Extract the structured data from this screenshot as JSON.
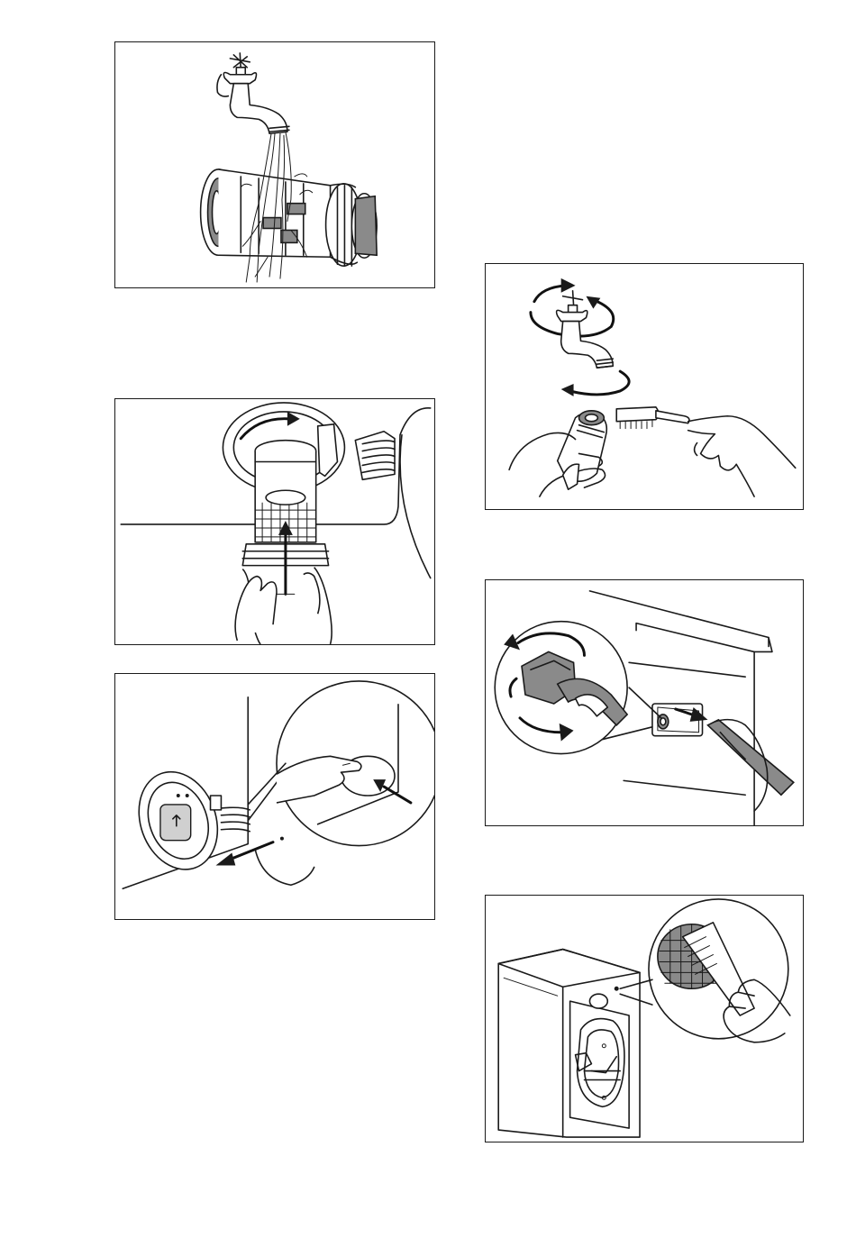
{
  "page": {
    "illustrations": [
      {
        "id": "fig1",
        "icon": "tap-rinsing-filter-icon"
      },
      {
        "id": "fig2",
        "icon": "filter-insert-icon"
      },
      {
        "id": "fig3",
        "icon": "flap-open-icon"
      },
      {
        "id": "fig4",
        "icon": "tap-brush-clean-icon"
      },
      {
        "id": "fig5",
        "icon": "inlet-hose-unscrew-icon"
      },
      {
        "id": "fig6",
        "icon": "inlet-filter-clean-icon"
      }
    ],
    "colors": {
      "stroke": "#1a1a1a",
      "fill_grey": "#8a8a8a",
      "background": "#ffffff"
    }
  }
}
